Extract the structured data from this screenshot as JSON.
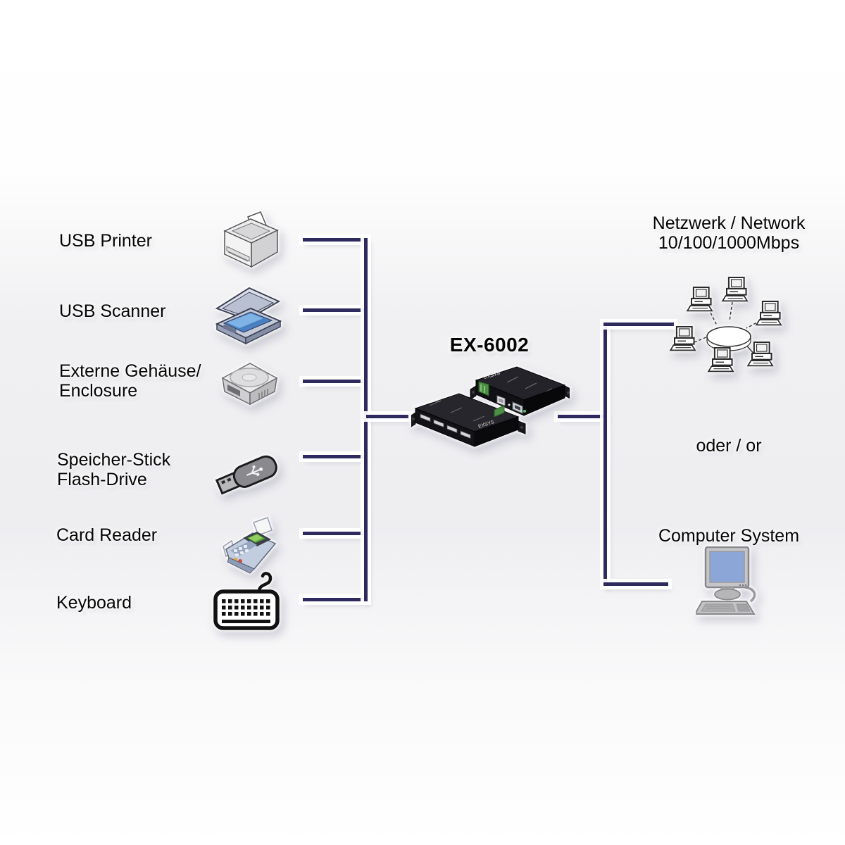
{
  "diagram": {
    "title": "EX-6002",
    "devices": [
      {
        "label": "USB Printer",
        "icon": "printer-icon"
      },
      {
        "label": "USB Scanner",
        "icon": "scanner-icon"
      },
      {
        "label": "Externe Gehäuse/\nEnclosure",
        "icon": "hdd-enclosure-icon"
      },
      {
        "label": "Speicher-Stick\nFlash-Drive",
        "icon": "usb-flash-drive-icon"
      },
      {
        "label": "Card Reader",
        "icon": "card-reader-icon"
      },
      {
        "label": "Keyboard",
        "icon": "keyboard-icon"
      }
    ],
    "right": {
      "network_label": "Netzwerk / Network\n10/100/1000Mbps",
      "or_label": "oder / or",
      "computer_label": "Computer System"
    },
    "icons": {
      "hub_device": "usb-device-server-icon",
      "network": "network-cluster-icon",
      "computer": "desktop-computer-icon"
    },
    "colors": {
      "connector": "#2e2a5e",
      "text": "#050505",
      "background_band": "#eeeef1",
      "screen_blue": "#8ca6d8",
      "device_black": "#121216",
      "terminal_green": "#4d8f44"
    }
  }
}
